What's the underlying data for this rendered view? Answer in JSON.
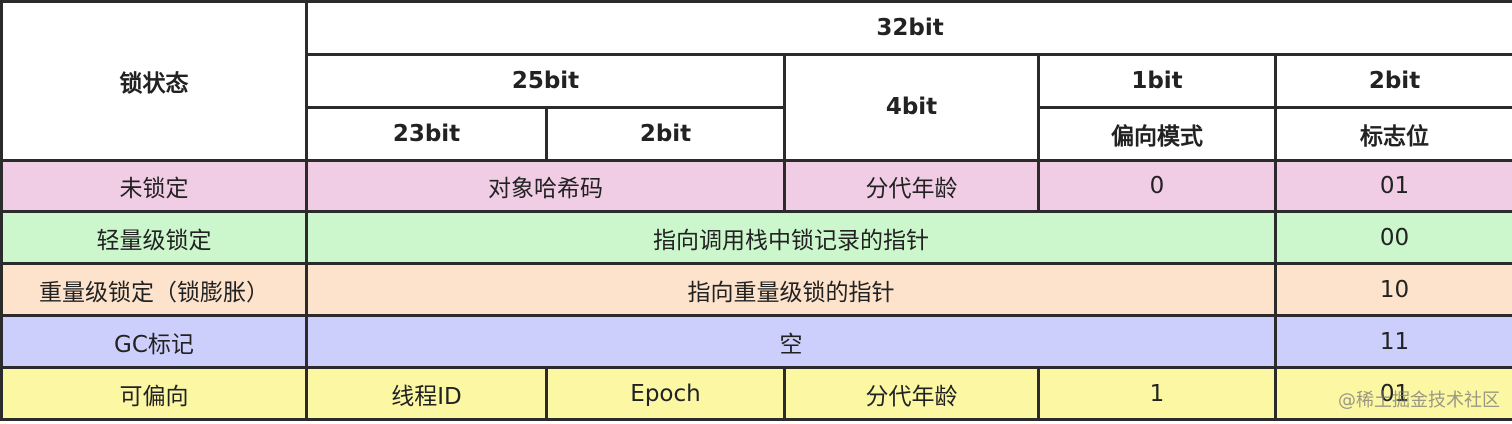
{
  "header": {
    "lock_state": "锁状态",
    "total_bits": "32bit",
    "bits_25": "25bit",
    "bits_4": "4bit",
    "bits_1": "1bit",
    "bits_2": "2bit",
    "bits_23": "23bit",
    "bits_2_sub": "2bit",
    "biased_mode": "偏向模式",
    "flag_bits": "标志位"
  },
  "rows": {
    "unlocked": {
      "state": "未锁定",
      "hash": "对象哈希码",
      "age": "分代年龄",
      "biased": "0",
      "flag": "01"
    },
    "lightweight": {
      "state": "轻量级锁定",
      "content": "指向调用栈中锁记录的指针",
      "flag": "00"
    },
    "heavyweight": {
      "state": "重量级锁定（锁膨胀）",
      "content": "指向重量级锁的指针",
      "flag": "10"
    },
    "gc": {
      "state": "GC标记",
      "content": "空",
      "flag": "11"
    },
    "biasable": {
      "state": "可偏向",
      "thread_id": "线程ID",
      "epoch": "Epoch",
      "age": "分代年龄",
      "biased": "1",
      "flag": "01"
    }
  },
  "colors": {
    "unlocked": "#f0cde5",
    "lightweight": "#ccf6cc",
    "heavyweight": "#fde3cc",
    "gc": "#cccffc",
    "biasable": "#fbf7a3"
  },
  "watermark": "@稀土掘金技术社区"
}
